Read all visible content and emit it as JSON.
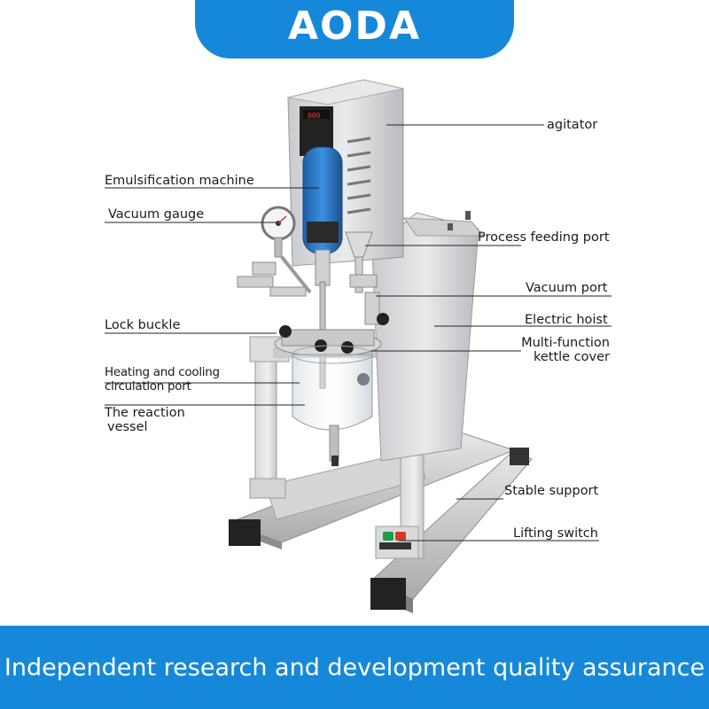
{
  "header": {
    "brand": "AODA",
    "accent_color": "#1688d9"
  },
  "footer": {
    "slogan": "Independent research and development quality assurance"
  },
  "labels": {
    "agitator": "agitator",
    "emulsification_machine": "Emulsification machine",
    "vacuum_gauge": "Vacuum gauge",
    "process_feeding_port": "Process feeding port",
    "vacuum_port": "Vacuum port",
    "electric_hoist": "Electric hoist",
    "lock_buckle": "Lock buckle",
    "kettle_cover": [
      "Multi-function",
      "kettle cover"
    ],
    "heating_cooling": [
      "Heating and cooling",
      "circulation port"
    ],
    "reaction_vessel": [
      "The reaction",
      "vessel"
    ],
    "stable_support": "Stable support",
    "lifting_switch": "Lifting switch"
  },
  "display_readout": "000"
}
